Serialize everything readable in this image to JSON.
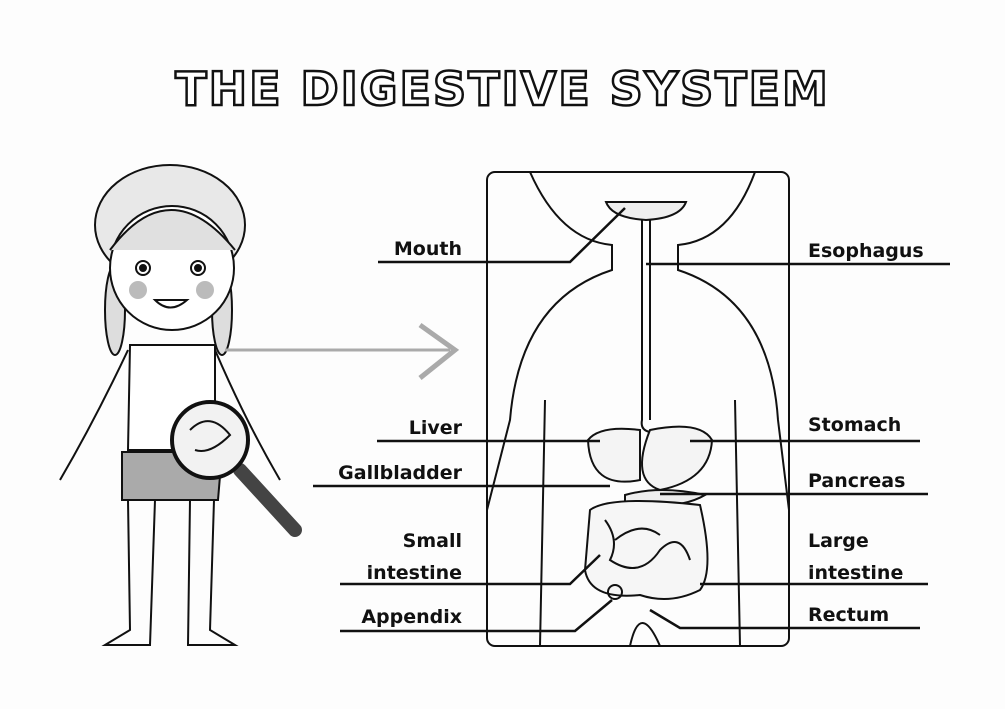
{
  "title": "THE DIGESTIVE SYSTEM",
  "labels": {
    "mouth": "Mouth",
    "esophagus": "Esophagus",
    "liver": "Liver",
    "stomach": "Stomach",
    "gallbladder": "Gallbladder",
    "pancreas": "Pancreas",
    "small_intestine_1": "Small",
    "small_intestine_2": "intestine",
    "large_intestine_1": "Large",
    "large_intestine_2": "intestine",
    "appendix": "Appendix",
    "rectum": "Rectum"
  }
}
